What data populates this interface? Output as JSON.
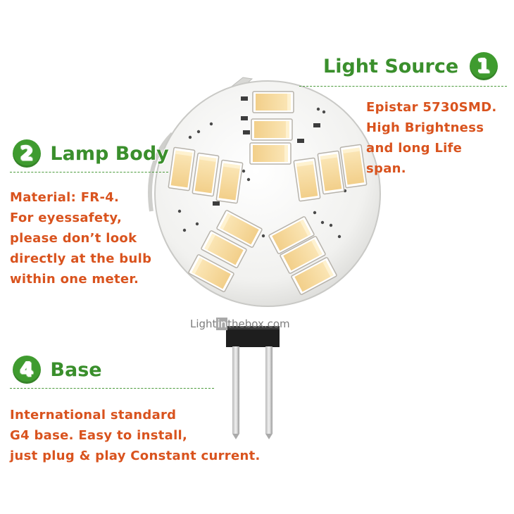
{
  "callouts": {
    "light_source": {
      "number": "1",
      "title": "Light Source",
      "lines": [
        "Epistar 5730SMD.",
        "High Brightness",
        "and long Life",
        "span."
      ]
    },
    "lamp_body": {
      "number": "2",
      "title": "Lamp Body",
      "lines": [
        "Material: FR-4.",
        "For eyessafety,",
        "please don’t look",
        "directly at the bulb",
        "within one meter."
      ]
    },
    "base": {
      "number": "4",
      "title": "Base",
      "lines": [
        "International standard",
        "G4 base. Easy to install,",
        "just plug & play Constant current."
      ]
    }
  },
  "watermark": {
    "part1": "Light",
    "part2": "in",
    "part3": "thebox.com"
  },
  "colors": {
    "heading_green": "#3a8f2c",
    "badge_green": "#3f9b2f",
    "description_orange": "#d9531e",
    "led_yellow": "#f7dba0",
    "board_white": "#f4f4f2"
  }
}
